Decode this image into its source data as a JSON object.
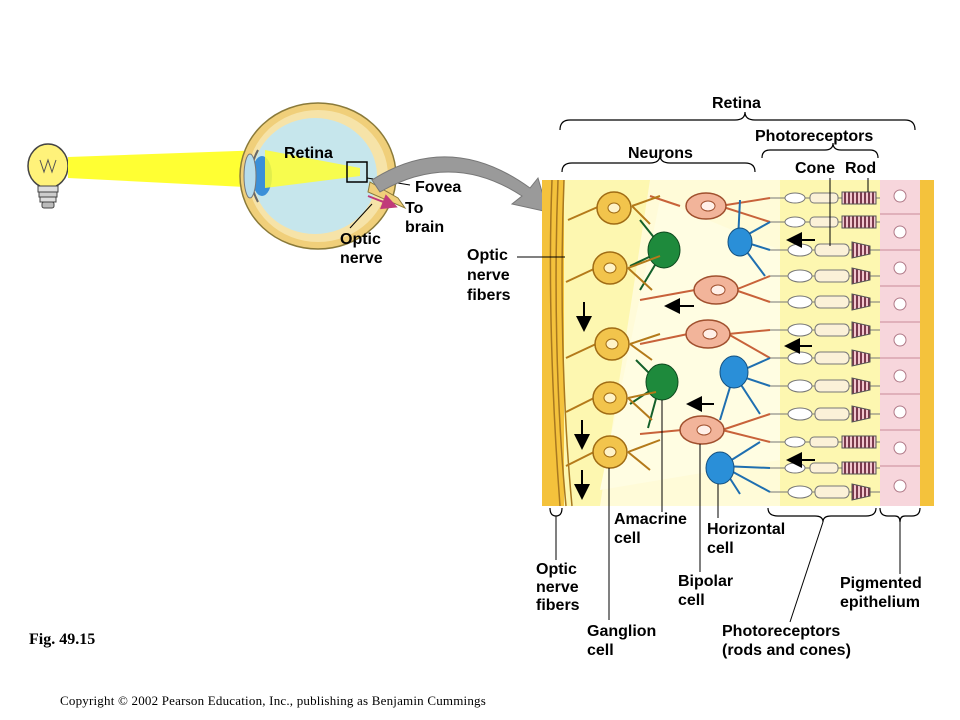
{
  "labels": {
    "retina_eye": "Retina",
    "fovea": "Fovea",
    "to_brain_1": "To",
    "to_brain_2": "brain",
    "optic_nerve_1": "Optic",
    "optic_nerve_2": "nerve",
    "retina_top": "Retina",
    "photoreceptors": "Photoreceptors",
    "neurons": "Neurons",
    "cone": "Cone",
    "rod": "Rod",
    "optic_nerve_fibers_side_1": "Optic",
    "optic_nerve_fibers_side_2": "nerve",
    "optic_nerve_fibers_side_3": "fibers",
    "amacrine_1": "Amacrine",
    "amacrine_2": "cell",
    "horizontal_1": "Horizontal",
    "horizontal_2": "cell",
    "optic_nerve_fibers_bottom_1": "Optic",
    "optic_nerve_fibers_bottom_2": "nerve",
    "optic_nerve_fibers_bottom_3": "fibers",
    "bipolar_1": "Bipolar",
    "bipolar_2": "cell",
    "pigmented_1": "Pigmented",
    "pigmented_2": "epithelium",
    "ganglion_1": "Ganglion",
    "ganglion_2": "cell",
    "photoreceptors_bottom_1": "Photoreceptors",
    "photoreceptors_bottom_2": "(rods and cones)"
  },
  "figure_number": "Fig. 49.15",
  "copyright": "Copyright © 2002 Pearson Education, Inc., publishing as Benjamin Cummings",
  "colors": {
    "light_beam": "#ffff33",
    "retina_panel": "#fdf7b0",
    "ganglion_cell": "#f2c44c",
    "amacrine_cell": "#1e8a3c",
    "bipolar_cell": "#f2b49a",
    "horizontal_cell": "#2a8fd8",
    "pigmented_epithelium": "#f7d6dc",
    "fibers_band": "#f4c23c"
  }
}
